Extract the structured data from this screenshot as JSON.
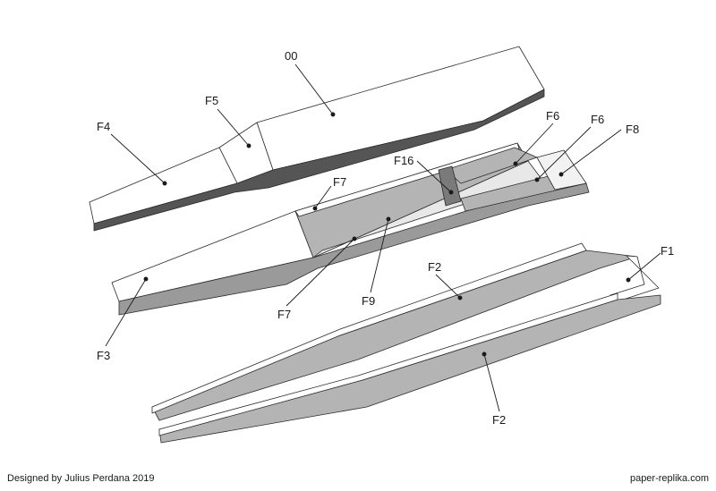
{
  "diagram": {
    "labels": {
      "p00": "00",
      "f5": "F5",
      "f4": "F4",
      "f6a": "F6",
      "f6b": "F6",
      "f8": "F8",
      "f16": "F16",
      "f7a": "F7",
      "f7b": "F7",
      "f9": "F9",
      "f3": "F3",
      "f1": "F1",
      "f2a": "F2",
      "f2b": "F2"
    },
    "colors": {
      "white_face": "#ffffff",
      "light_face": "#f2f2f2",
      "mid_face": "#b4b4b4",
      "dark_face": "#555555",
      "edge": "#2b2b2b"
    }
  },
  "footer": {
    "credit": "Designed by Julius Perdana 2019",
    "site": "paper-replika.com"
  }
}
